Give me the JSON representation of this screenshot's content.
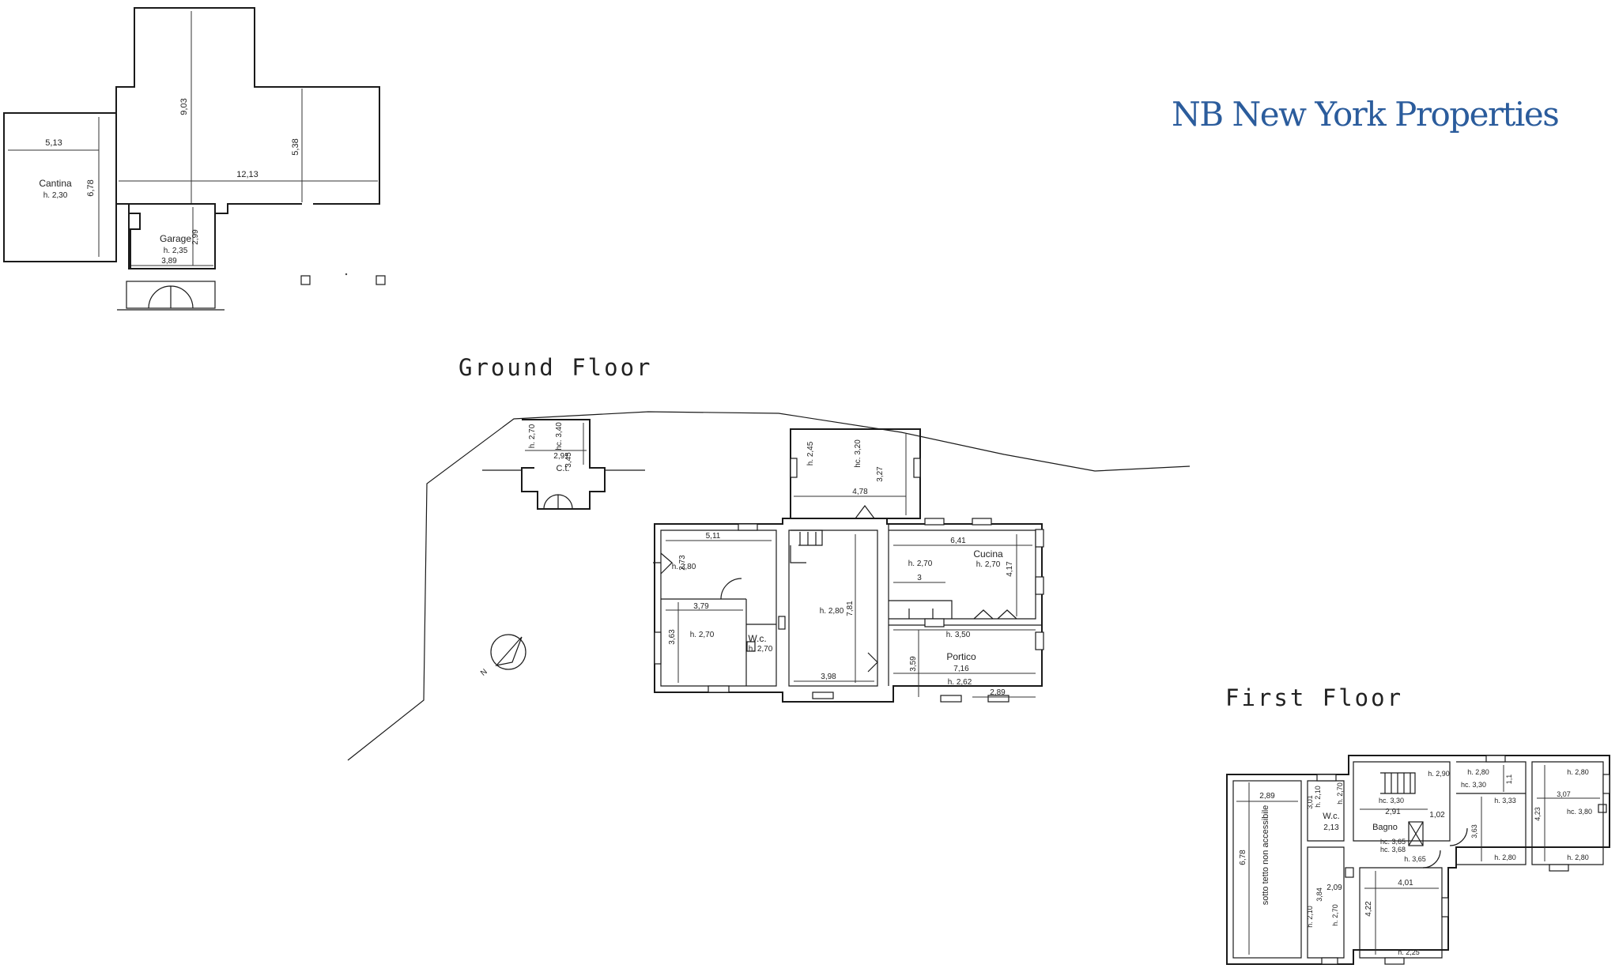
{
  "brand": {
    "name": "NB New York Properties",
    "color": "#2b5c9c"
  },
  "floors": {
    "ground_title": "Ground Floor",
    "first_title": "First Floor"
  },
  "basement": {
    "cantina": {
      "name": "Cantina",
      "height": "h. 2,30",
      "width": "5,13",
      "depth": "6,78"
    },
    "garage": {
      "name": "Garage",
      "height": "h. 2,35",
      "width": "3,89",
      "depth": "2,99"
    },
    "outline": {
      "length": "9,03",
      "width": "12,13",
      "side": "5,38"
    }
  },
  "ground": {
    "ct": {
      "name": "C.t.",
      "h": "h. 2,70",
      "hc": "hc. 3,40",
      "w": "2,91",
      "d": "3,45"
    },
    "north_room": {
      "h": "h. 2,45",
      "hc": "hc. 3,20",
      "w": "4,78",
      "d": "3,27"
    },
    "left_top": {
      "h": "h. 2,80",
      "w": "5,11",
      "d": "2,73"
    },
    "left_bottom": {
      "h": "h. 2,70",
      "w": "3,79",
      "d": "3,63"
    },
    "wc": {
      "name": "W.c.",
      "h": "h. 2,70"
    },
    "living": {
      "h": "h. 2,80",
      "w": "3,98",
      "d": "7,81"
    },
    "cucina": {
      "name": "Cucina",
      "h": "h. 2,70",
      "h2": "h. 2,70",
      "w": "6,41",
      "d": "4,17",
      "small": "3"
    },
    "portico": {
      "name": "Portico",
      "h": "h. 3,50",
      "w": "7,16",
      "h2": "h. 2,62",
      "d": "3,59",
      "w2": "2,89"
    },
    "north": "N"
  },
  "first": {
    "sottotetto": {
      "name": "sotto tetto non accessibile",
      "w": "2,89",
      "d": "6,78"
    },
    "wc": {
      "name": "W.c.",
      "h1": "h. 2,10",
      "w": "2,13",
      "d": "3,01",
      "h2": "h. 2,70"
    },
    "bagno": {
      "name": "Bagno",
      "hc1": "hc. 3,30",
      "w": "2,91",
      "hc2": "hc. 3,65",
      "hc3": "hc. 3,68",
      "h": "h. 3,65",
      "d": "1,02"
    },
    "stair_room": {
      "h": "h. 2,90"
    },
    "mid_room": {
      "h1": "h. 2,80",
      "hc": "hc. 3,30",
      "d1": "1,1",
      "h2": "h. 3,33",
      "d2": "3,63",
      "h3": "h. 2,80"
    },
    "right_room": {
      "h1": "h. 2,80",
      "w": "3,07",
      "d": "4,23",
      "hc": "hc. 3,80",
      "h2": "h. 2,80"
    },
    "left_lower": {
      "d": "3,84",
      "w": "2,09",
      "h1": "h. 2,10",
      "h2": "h. 2,70"
    },
    "bedroom": {
      "w": "4,01",
      "d": "4,22",
      "h": "h. 2,25"
    }
  }
}
